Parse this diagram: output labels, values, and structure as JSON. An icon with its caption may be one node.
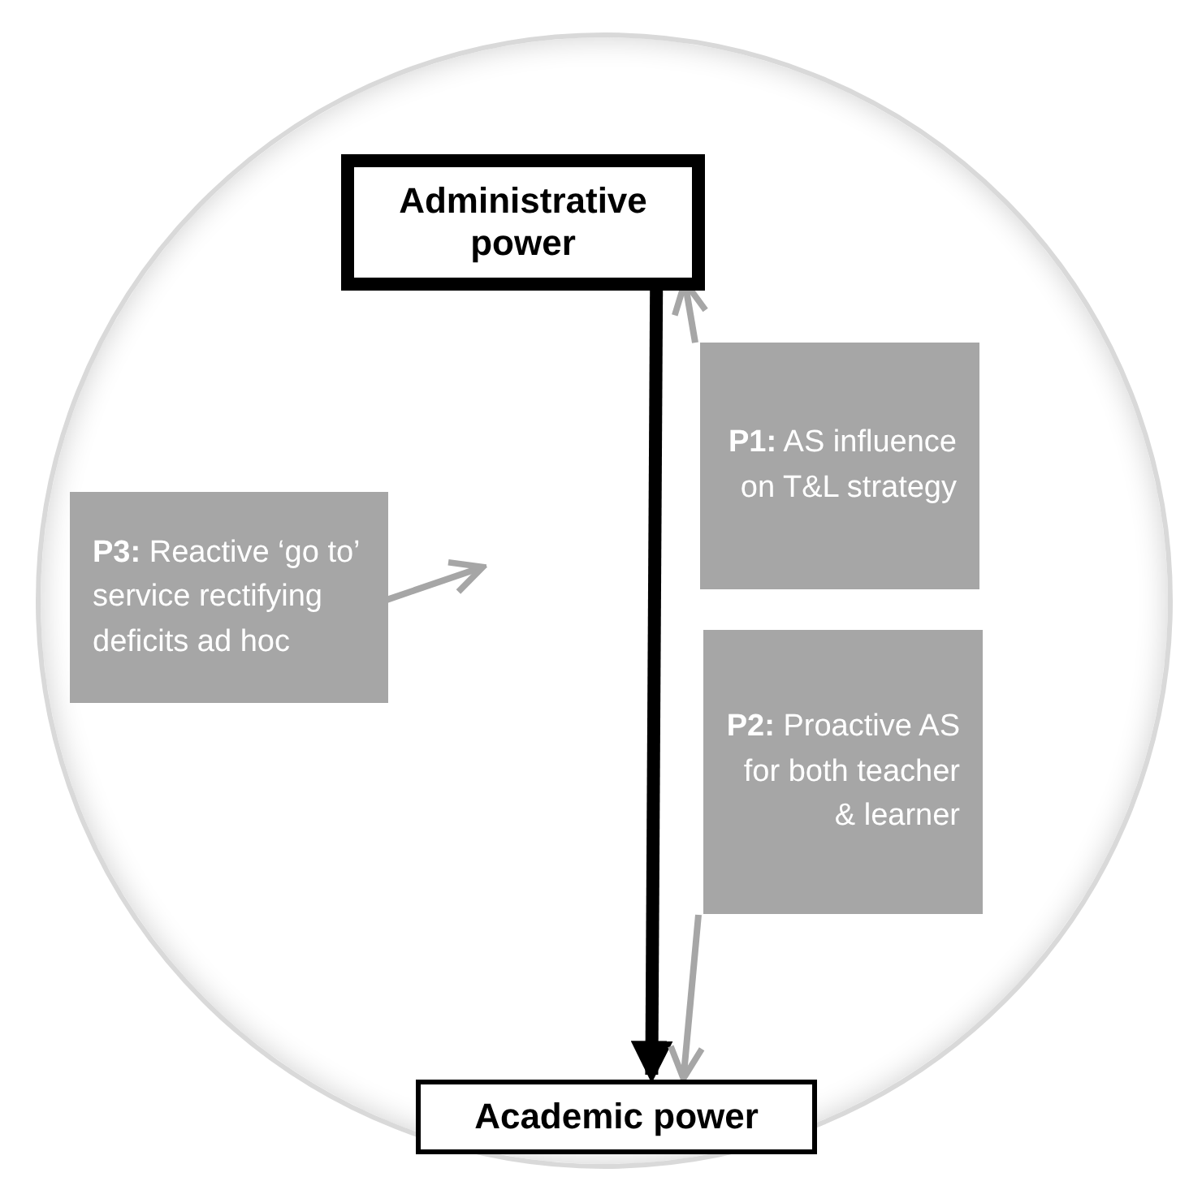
{
  "diagram": {
    "nodes": [
      {
        "text": [],
        "shape": "circle"
      },
      {
        "text": [
          "Administrative power"
        ],
        "in": 0
      },
      {
        "text": [
          "**P1:** AS influence on T&L strategy"
        ],
        "in": 0
      },
      {
        "text": [
          "**P3:** Reactive ‘go to’ service rectifying deficits ad hoc"
        ],
        "in": 0
      },
      {
        "text": [
          "**P2:** Proactive AS for both teacher & learner"
        ],
        "in": 0
      },
      {
        "text": [
          "Academic power"
        ],
        "in": 0
      }
    ],
    "edges": [
      {
        "from": 1,
        "to": 5,
        "arrow": "to",
        "style": "thick",
        "color": "#000000"
      },
      {
        "from": 2,
        "to": 1,
        "arrow": "to"
      },
      {
        "from": 3,
        "to": null,
        "arrow": "to"
      },
      {
        "from": 4,
        "to": 5,
        "arrow": "to"
      }
    ]
  }
}
